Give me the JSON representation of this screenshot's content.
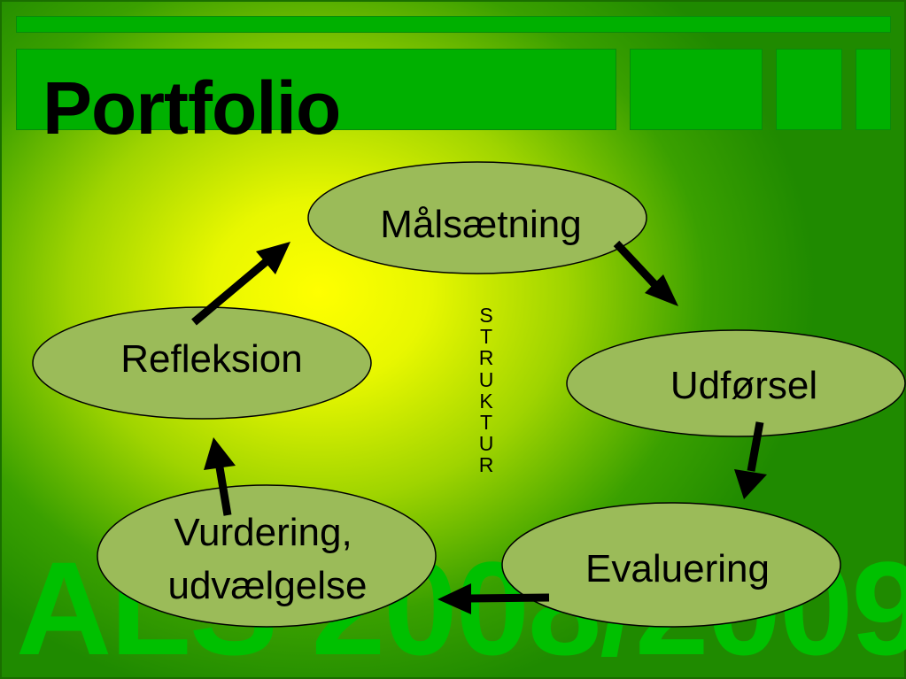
{
  "slide": {
    "title": "Portfolio",
    "watermark": "ALS 2008/2009",
    "center_label_letters": [
      "S",
      "T",
      "R",
      "U",
      "K",
      "T",
      "U",
      "R"
    ]
  },
  "nodes": [
    {
      "id": "maalsaetning",
      "lines": [
        "Målsætning"
      ]
    },
    {
      "id": "udfoersel",
      "lines": [
        "Udførsel"
      ]
    },
    {
      "id": "evaluering",
      "lines": [
        "Evaluering"
      ]
    },
    {
      "id": "vurdering",
      "lines": [
        "Vurdering,",
        "udvælgelse"
      ]
    },
    {
      "id": "refleksion",
      "lines": [
        "Refleksion"
      ]
    }
  ],
  "colors": {
    "node_fill": "#9bbb59",
    "arrow": "#000000",
    "top_bars": "#00b000",
    "watermark": "#00c000"
  }
}
